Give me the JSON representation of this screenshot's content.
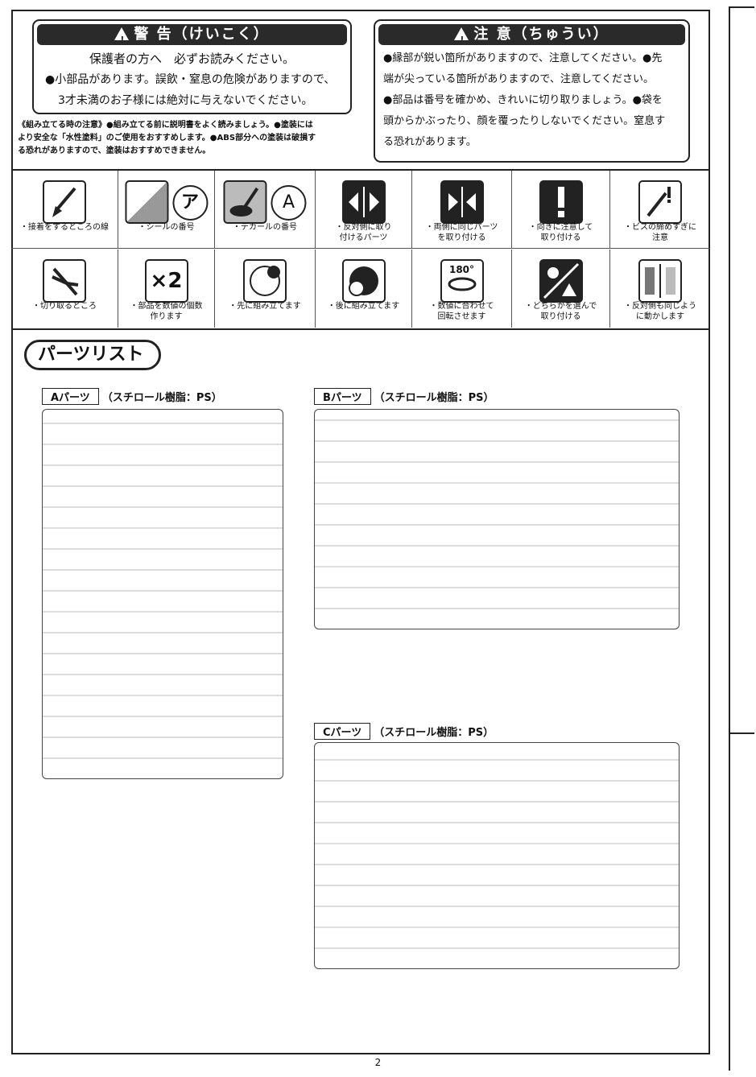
{
  "warning": {
    "title": "警 告（けいこく）",
    "lines": [
      "保護者の方へ　必ずお読みください。",
      "●小部品があります。誤飲・窒息の危険がありますので、",
      "3才未満のお子様には絶対に与えないでください。"
    ]
  },
  "caution": {
    "title": "注 意（ちゅうい）",
    "lines": [
      "●縁部が鋭い箇所がありますので、注意してください。●先",
      "端が尖っている箇所がありますので、注意してください。",
      "●部品は番号を確かめ、きれいに切り取りましょう。●袋を",
      "頭からかぶったり、顔を覆ったりしないでください。窒息す",
      "る恐れがあります。"
    ]
  },
  "assembly_note": [
    "《組み立てる時の注意》●組み立てる前に説明書をよく読みましょう。●塗装には",
    "より安全な「水性塗料」のご使用をおすすめします。●ABS部分への塗装は破損す",
    "る恐れがありますので、塗装はおすすめできません。"
  ],
  "symbols": [
    {
      "caption": "・接着をするところの線",
      "icon": "glue-brush-icon"
    },
    {
      "caption": "・シールの番号",
      "icon": "sticker-icon",
      "glyph": "ア"
    },
    {
      "caption": "・デカールの番号",
      "icon": "decal-icon",
      "glyph": "A"
    },
    {
      "caption": "・反対側に取り\n付けるパーツ",
      "icon": "opposite-side-icon"
    },
    {
      "caption": "・両側に同じパーツ\nを取り付ける",
      "icon": "both-sides-icon"
    },
    {
      "caption": "・向きに注意して\n取り付ける",
      "icon": "exclamation-icon"
    },
    {
      "caption": "・ビスの締めすぎに\n注意",
      "icon": "screw-caution-icon"
    },
    {
      "caption": "・切り取るところ",
      "icon": "nipper-icon"
    },
    {
      "caption": "・部品を数値の個数\n作ります",
      "icon": "multiply-icon",
      "glyph": "×2"
    },
    {
      "caption": "・先に組み立てます",
      "icon": "assemble-first-icon"
    },
    {
      "caption": "・後に組み立てます",
      "icon": "assemble-later-icon"
    },
    {
      "caption": "・数値に合わせて\n回転させます",
      "icon": "rotate-icon",
      "glyph": "180°"
    },
    {
      "caption": "・どちらかを選んで\n取り付ける",
      "icon": "choose-one-icon"
    },
    {
      "caption": "・反対側も同じよう\nに動かします",
      "icon": "move-both-icon"
    }
  ],
  "parts_list": {
    "title": "パーツリスト",
    "runners": [
      {
        "tag": "Aパーツ",
        "material": "（スチロール樹脂：PS）"
      },
      {
        "tag": "Bパーツ",
        "material": "（スチロール樹脂：PS）"
      },
      {
        "tag": "Cパーツ",
        "material": "（スチロール樹脂：PS）"
      }
    ]
  },
  "page_number": "2"
}
